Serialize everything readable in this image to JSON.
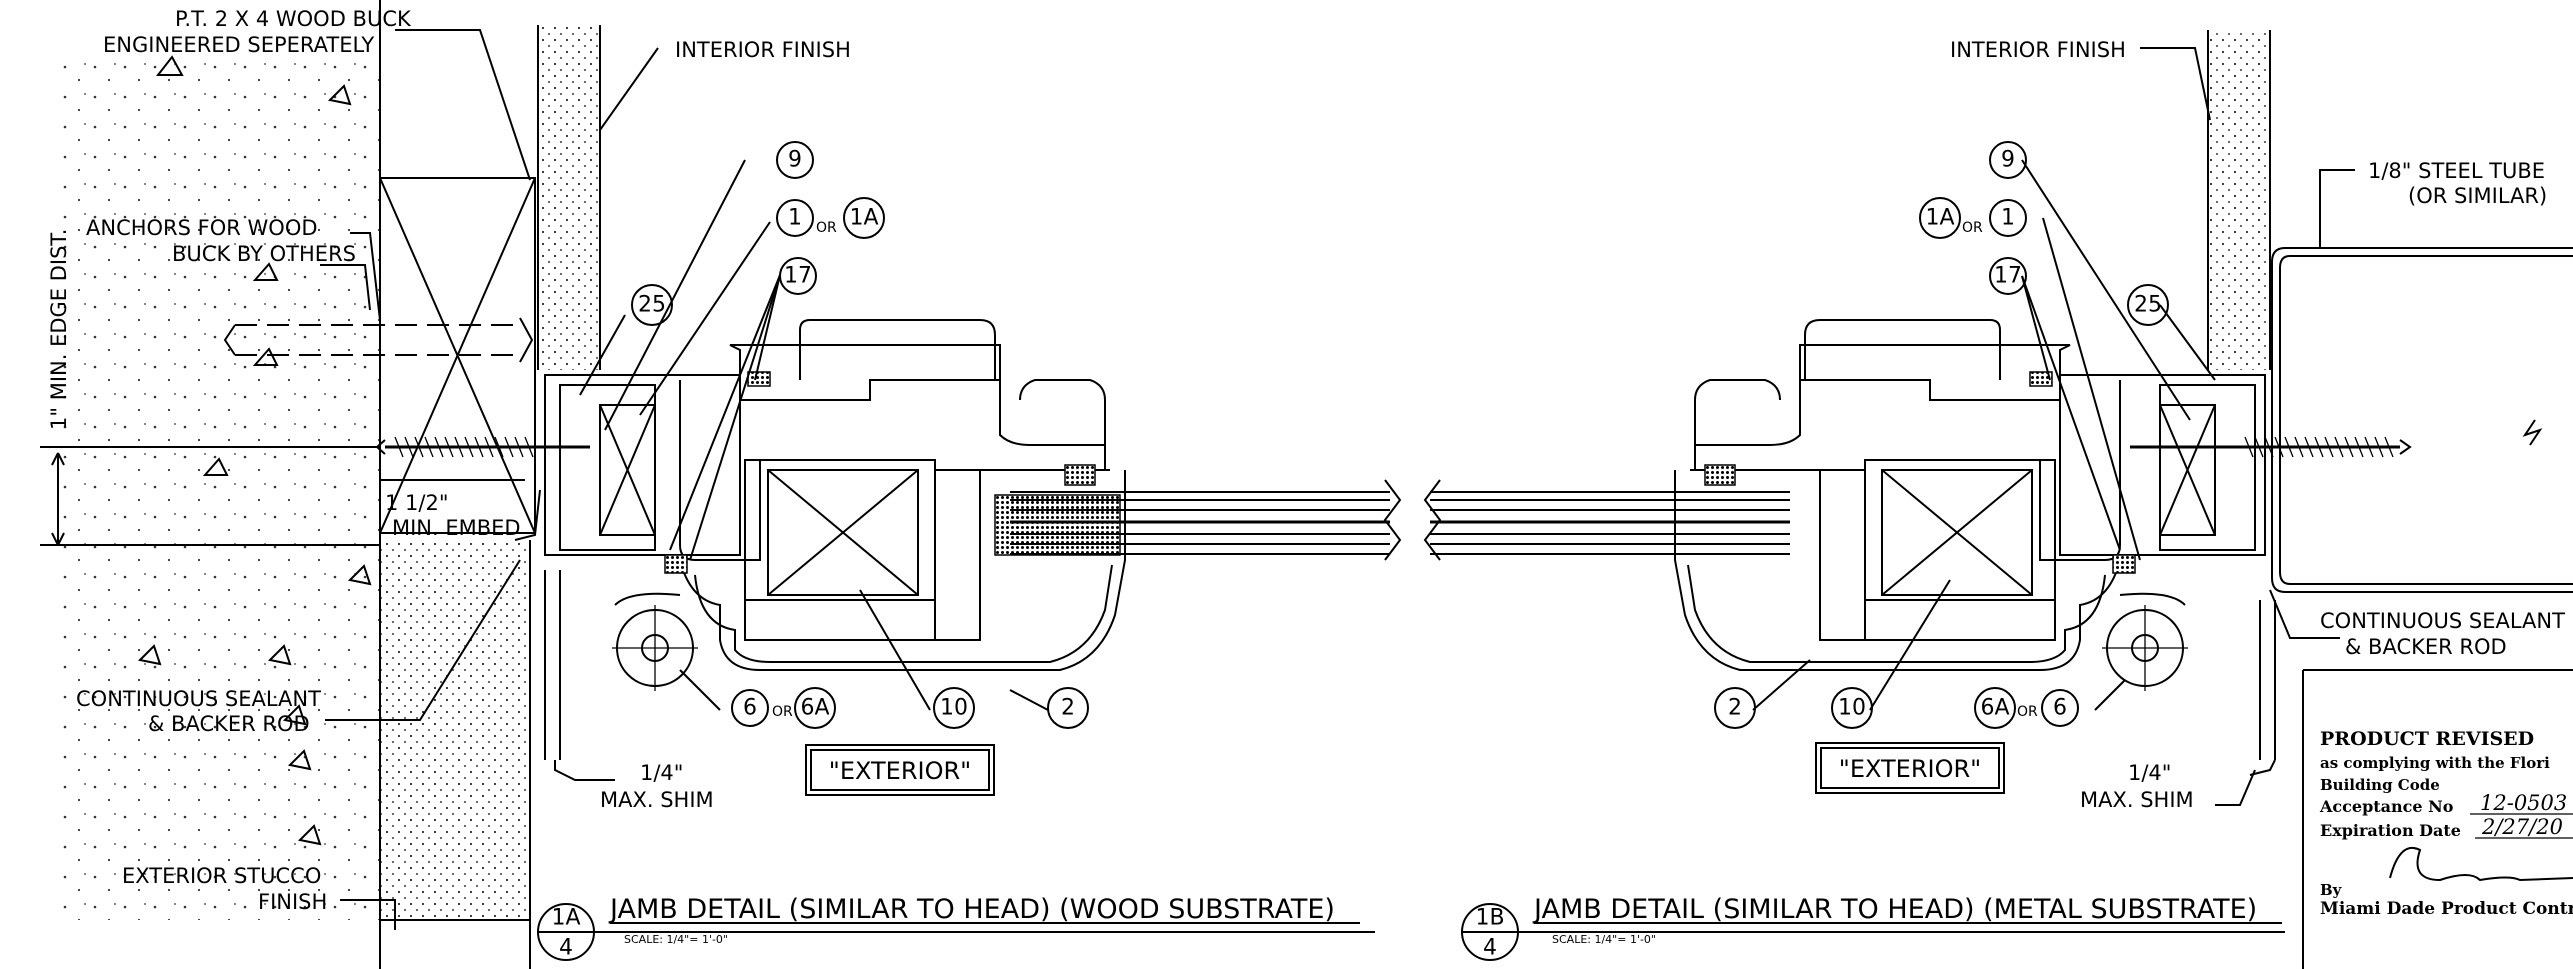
{
  "left_detail": {
    "labels": {
      "wood_buck_1": "P.T. 2 X 4 WOOD BUCK",
      "wood_buck_2": "ENGINEERED SEPERATELY",
      "interior_finish": "INTERIOR FINISH",
      "anchors_1": "ANCHORS FOR WOOD",
      "anchors_2": "BUCK BY OTHERS",
      "edge_dist": "1\" MIN. EDGE DIST.",
      "embed_1": "1 1/2\"",
      "embed_2": "MIN. EMBED",
      "sealant_1": "CONTINUOUS SEALANT",
      "sealant_2": "& BACKER ROD",
      "shim_1": "1/4\"",
      "shim_2": "MAX. SHIM",
      "stucco_1": "EXTERIOR STUCCO",
      "stucco_2": "FINISH",
      "exterior": "\"EXTERIOR\""
    },
    "bubbles": {
      "b9": "9",
      "b1": "1",
      "b1a": "1A",
      "b17": "17",
      "b25": "25",
      "b6": "6",
      "b6a": "6A",
      "b10": "10",
      "b2": "2",
      "or": "OR"
    },
    "title": {
      "id_top": "1A",
      "id_bottom": "4",
      "text": "JAMB DETAIL (SIMILAR TO HEAD) (WOOD SUBSTRATE)",
      "scale": "SCALE: 1/4\"= 1'-0\""
    }
  },
  "right_detail": {
    "labels": {
      "interior_finish": "INTERIOR FINISH",
      "tube_1": "1/8\" STEEL TUBE",
      "tube_2": "(OR SIMILAR)",
      "sealant_1": "CONTINUOUS SEALANT",
      "sealant_2": "& BACKER ROD",
      "shim_1": "1/4\"",
      "shim_2": "MAX. SHIM",
      "exterior": "\"EXTERIOR\""
    },
    "bubbles": {
      "b9": "9",
      "b1a": "1A",
      "b1": "1",
      "b17": "17",
      "b25": "25",
      "b2": "2",
      "b10": "10",
      "b6a": "6A",
      "b6": "6",
      "or": "OR"
    },
    "title": {
      "id_top": "1B",
      "id_bottom": "4",
      "text": "JAMB DETAIL (SIMILAR TO HEAD) (METAL SUBSTRATE)",
      "scale": "SCALE: 1/4\"= 1'-0\""
    }
  },
  "approval_stamp": {
    "line1": "PRODUCT REVISED",
    "line2": "as complying with the Flori",
    "line3": "Building Code",
    "line4_label": "Acceptance No",
    "line4_value": "12-0503",
    "line5_label": "Expiration Date",
    "line5_value": "2/27/20",
    "line6": "By",
    "line7": "Miami Dade Product Contr"
  }
}
